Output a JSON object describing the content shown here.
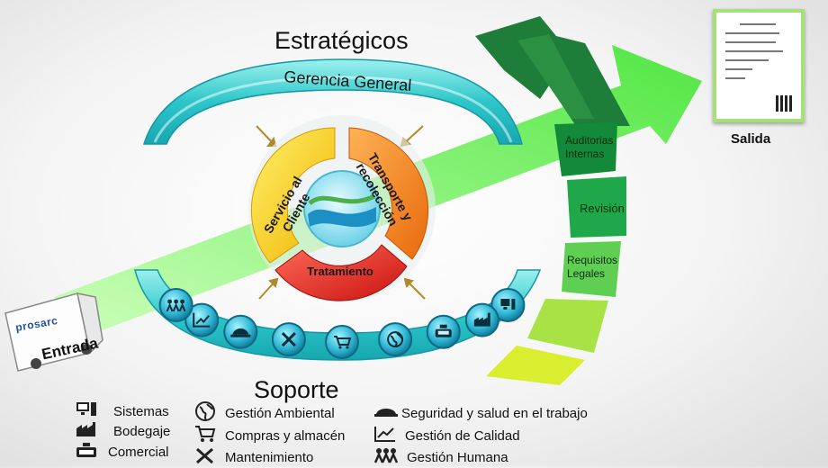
{
  "diagram": {
    "title_top": "Estratégicos",
    "title_bottom": "Soporte",
    "gerencia_label": "Gerencia General",
    "cycle": {
      "servicio": "Servicio al Cliente",
      "transporte": "Transporte y recolección",
      "tratamiento": "Tratamiento"
    },
    "input_label": "Entrada",
    "output_label": "Salida",
    "truck_brand": "prosarc",
    "control_steps": [
      {
        "label": "Auditorias Internas"
      },
      {
        "label": "Revisión"
      },
      {
        "label": "Requisitos Legales"
      }
    ],
    "support_icons": [
      "computer-icon",
      "factory-icon",
      "cash-register-icon",
      "globe-icon",
      "cart-icon",
      "tools-icon",
      "helmet-icon",
      "chart-icon",
      "people-icon"
    ],
    "legend": {
      "col1": [
        {
          "icon": "computer-icon",
          "label": "Sistemas"
        },
        {
          "icon": "factory-icon",
          "label": "Bodegaje"
        },
        {
          "icon": "cash-register-icon",
          "label": "Comercial"
        }
      ],
      "col2": [
        {
          "icon": "globe-icon",
          "label": "Gestión Ambiental"
        },
        {
          "icon": "cart-icon",
          "label": "Compras y almacén"
        },
        {
          "icon": "tools-icon",
          "label": "Mantenimiento"
        }
      ],
      "col3": [
        {
          "icon": "helmet-icon",
          "label": "Seguridad y salud en el trabajo"
        },
        {
          "icon": "chart-icon",
          "label": "Gestión de Calidad"
        },
        {
          "icon": "people-icon",
          "label": "Gestión Humana"
        }
      ]
    },
    "colors": {
      "arrow_green": "#7ef25c",
      "teal": "#2ec4c4",
      "cycle_yellow": "#f5d21a",
      "cycle_orange": "#f07f1b",
      "cycle_red": "#e8241f",
      "dark_green": "#1f7d3a",
      "lime": "#d8ea28"
    }
  }
}
